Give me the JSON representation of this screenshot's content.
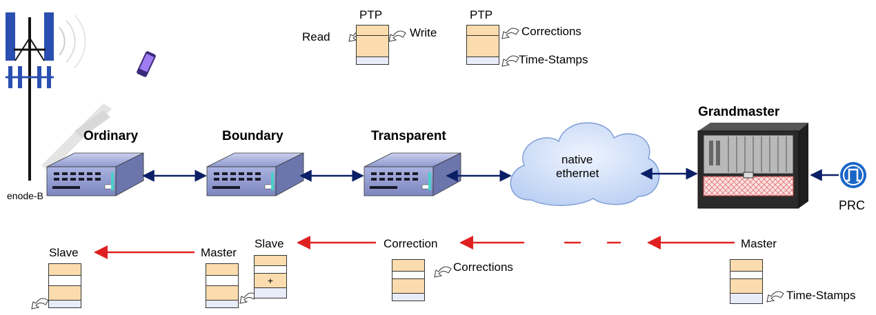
{
  "colors": {
    "accent_red": "#e02020",
    "link_navy": "#0a1f66",
    "device_body": "#9aa4d6",
    "cloud_fill": "#d6e4fb",
    "packet_peach": "#fbdcae",
    "packet_blue": "#e8ebf8",
    "prc_blue": "#1a66c8"
  },
  "top_legend": {
    "ptp_left_title": "PTP",
    "read_label": "Read",
    "write_label": "Write",
    "ptp_right_title": "PTP",
    "corrections_label": "Corrections",
    "timestamps_label": "Time-Stamps"
  },
  "nodes": {
    "enodeb_label": "enode-B",
    "ordinary": "Ordinary",
    "boundary": "Boundary",
    "transparent": "Transparent",
    "cloud_line1": "native",
    "cloud_line2": "ethernet",
    "grandmaster": "Grandmaster",
    "prc": "PRC"
  },
  "flow": {
    "slave_left": "Slave",
    "master_mid": "Master",
    "slave_mid": "Slave",
    "plus_sign": "+",
    "correction": "Correction",
    "corrections_packet_label": "Corrections",
    "master_right": "Master",
    "timestamps_packet_label": "Time-Stamps"
  },
  "icons": [
    "cell-tower-icon",
    "mobile-phone-icon",
    "network-switch-icon",
    "cloud-icon",
    "rack-server-icon",
    "clock-pulse-icon",
    "write-arrow-icon",
    "read-arrow-icon"
  ]
}
